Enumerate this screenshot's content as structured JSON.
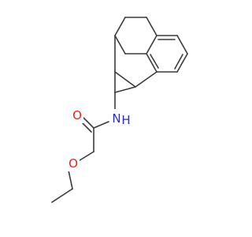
{
  "colors": {
    "bond": "#3a3a3a",
    "oxygen": "#e8231c",
    "nitrogen": "#2a2ad8",
    "background": "#ffffff"
  },
  "atoms": [
    {
      "id": "N1",
      "label": "N",
      "element": "nitrogen"
    },
    {
      "id": "O1",
      "label": "O",
      "element": "oxygen"
    },
    {
      "id": "O2",
      "label": "O",
      "element": "oxygen"
    },
    {
      "id": "H1",
      "label": "H",
      "element": "nitrogen"
    }
  ]
}
